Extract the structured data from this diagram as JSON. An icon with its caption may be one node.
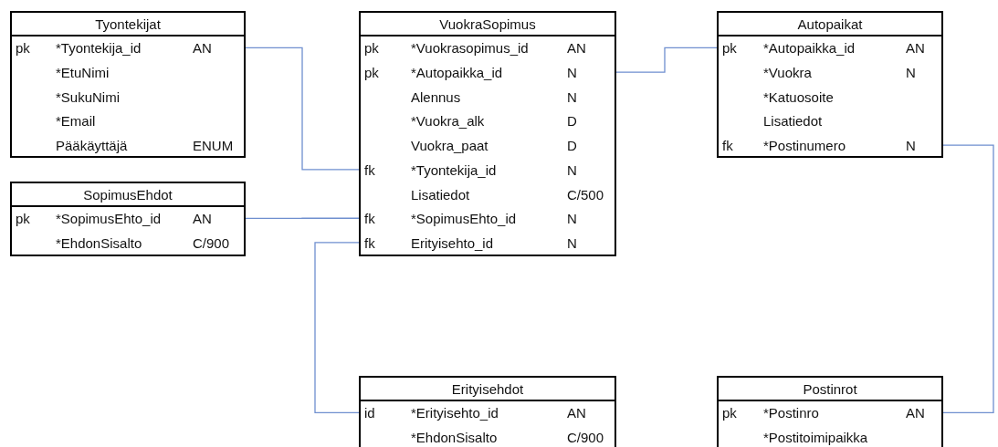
{
  "diagram": {
    "nodes": [
      {
        "text": [
          "Tyontekijat",
          "pk",
          "*Tyontekija_id",
          "AN",
          "*EtuNimi",
          "*SukuNimi",
          "*Email",
          "Pääkäyttäjä",
          "ENUM"
        ]
      },
      {
        "text": [
          "VuokraSopimus",
          "pk",
          "*Vuokrasopimus_id",
          "AN",
          "pk",
          "*Autopaikka_id",
          "N",
          "Alennus",
          "N",
          "*Vuokra_alk",
          "D",
          "Vuokra_paat",
          "D",
          "fk",
          "*Tyontekija_id",
          "N",
          "Lisatiedot",
          "C/500",
          "fk",
          "*SopimusEhto_id",
          "N",
          "fk",
          "Erityisehto_id",
          "N"
        ]
      },
      {
        "text": [
          "Autopaikat",
          "pk",
          "*Autopaikka_id",
          "AN",
          "*Vuokra",
          "N",
          "*Katuosoite",
          "Lisatiedot",
          "fk",
          "*Postinumero",
          "N"
        ]
      },
      {
        "text": [
          "SopimusEhdot",
          "pk",
          "*SopimusEhto_id",
          "AN",
          "*EhdonSisalto",
          "C/900"
        ]
      },
      {
        "text": [
          "Erityisehdot",
          "id",
          "*Erityisehto_id",
          "AN",
          "*EhdonSisalto",
          "C/900"
        ]
      },
      {
        "text": [
          "Postinrot",
          "pk",
          "*Postinro",
          "AN",
          "*Postitoimipaikka"
        ]
      }
    ],
    "edges": [
      {
        "from": 0,
        "to": 1,
        "arrow": "none"
      },
      {
        "from": 3,
        "to": 1,
        "arrow": "none"
      },
      {
        "from": 1,
        "to": 2,
        "arrow": "none"
      },
      {
        "from": 1,
        "to": 4,
        "arrow": "none"
      },
      {
        "from": 2,
        "to": 5,
        "arrow": "none"
      }
    ]
  }
}
